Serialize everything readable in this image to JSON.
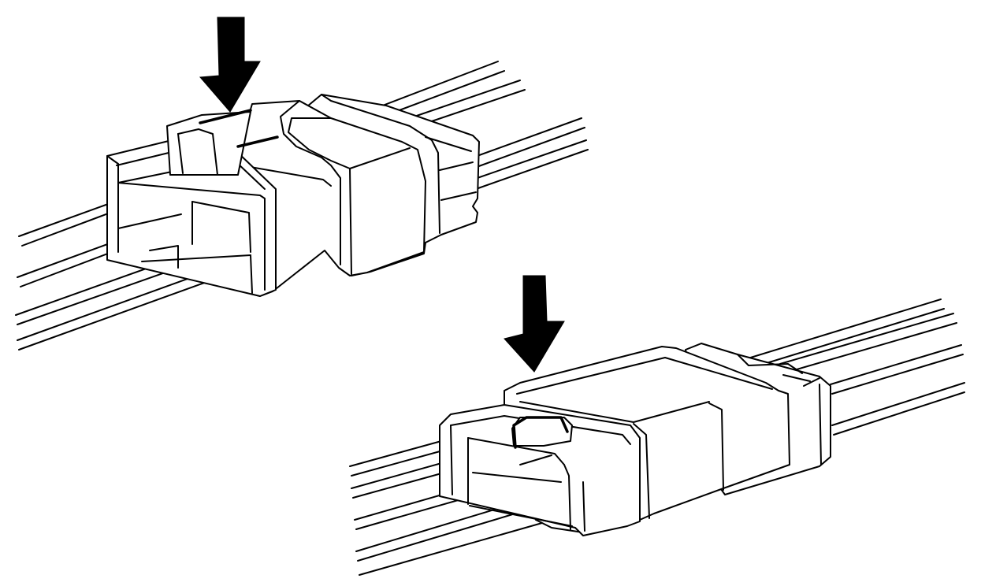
{
  "figure": {
    "connectors": [
      {
        "name": "connector-top-left",
        "arrow": "down",
        "locking_tab_highlighted": true
      },
      {
        "name": "connector-bottom-right",
        "arrow": "down",
        "locking_tab_highlighted": true
      }
    ],
    "colors": {
      "line": "#000000",
      "fill": "#ffffff",
      "arrow": "#000000"
    }
  }
}
